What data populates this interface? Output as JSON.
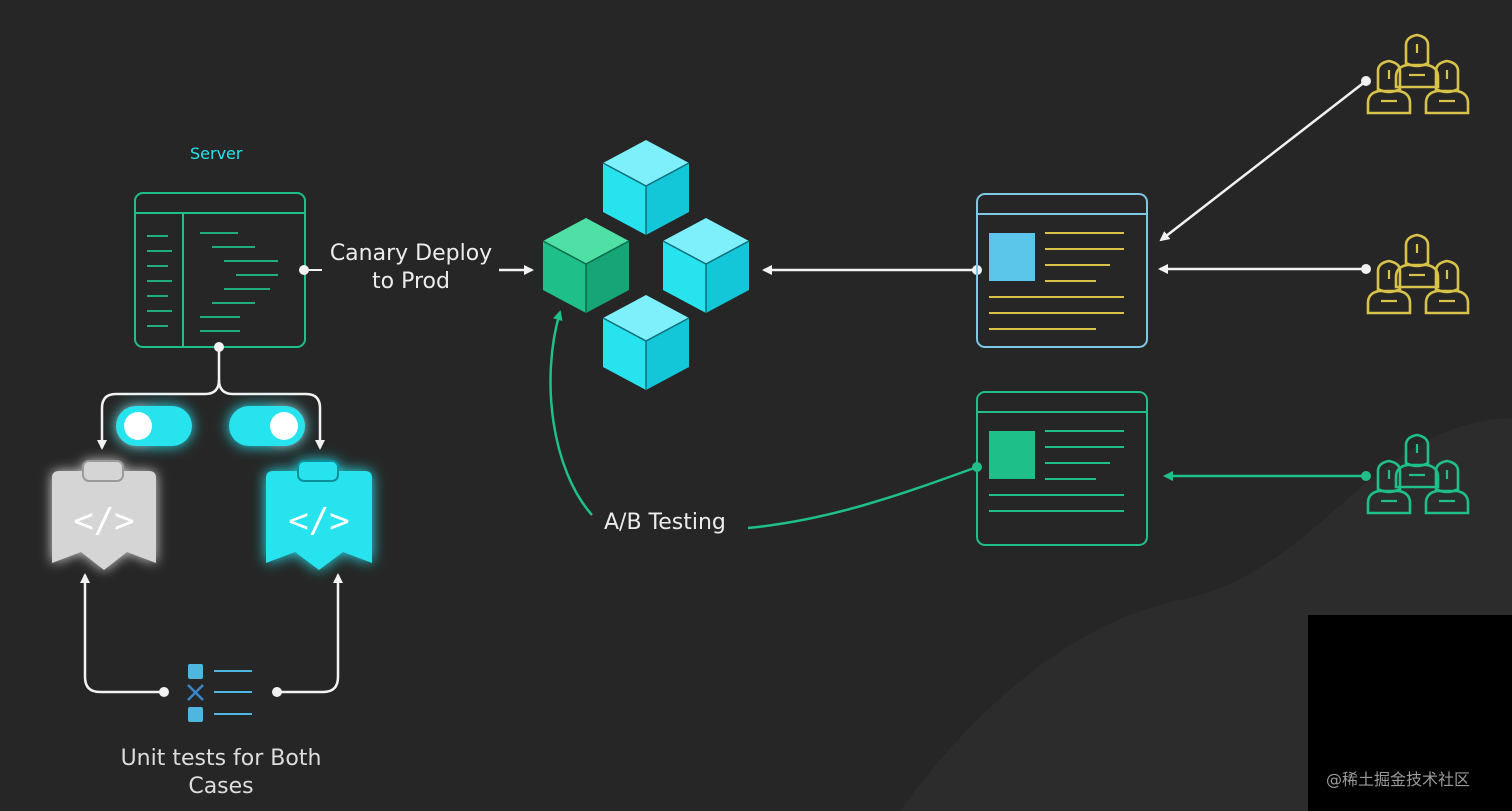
{
  "labels": {
    "server": "Server",
    "canary": "Canary Deploy to Prod",
    "ab_testing": "A/B Testing",
    "unit_tests": "Unit tests for Both Cases"
  },
  "watermark": "@稀土掘金技术社区",
  "icons": {
    "code_symbol": "</>",
    "user_groups": [
      "group-icon",
      "group-icon",
      "group-icon"
    ]
  },
  "colors": {
    "background": "#262626",
    "cyan": "#27e3ee",
    "green": "#1fbf8a",
    "yellow": "#d9c24a",
    "panel_blue": "#7ec8e3",
    "white": "#f2f2f2",
    "gray_clip": "#d5d5d5"
  }
}
